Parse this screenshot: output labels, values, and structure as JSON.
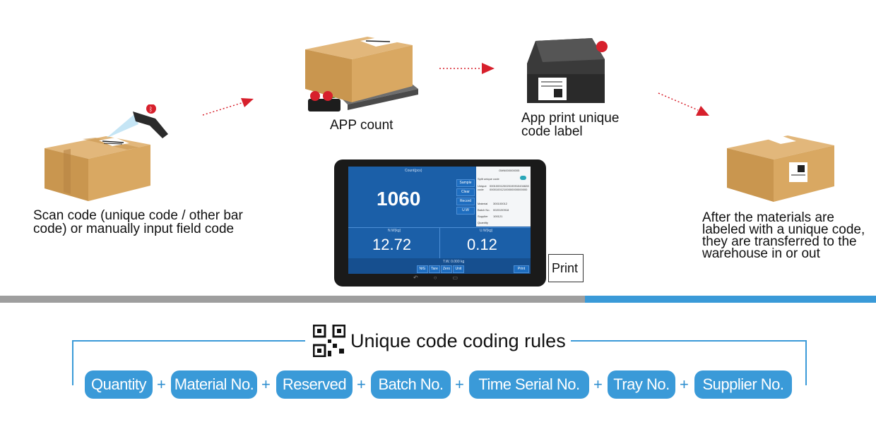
{
  "steps": {
    "scan": "Scan code (unique code / other bar code) or manually input field code",
    "app_count": "APP count",
    "print_label": "App print unique code label",
    "warehouse": "After the materials are labeled with a unique code, they are transferred to the warehouse in or out"
  },
  "tablet": {
    "count_header": "Count(pcs)",
    "count_value": "1060",
    "buttons": [
      "Sample",
      "Clear",
      "Record",
      "U.W"
    ],
    "nw_label": "N.W(kg)",
    "nw_value": "12.72",
    "uw_label": "U.W(kg)",
    "uw_value": "0.12",
    "tw_text": "T.W. 0.000 kg",
    "bottom_buttons": [
      "N/G",
      "Tare",
      "Zero",
      "Unit"
    ],
    "print_button": "Print",
    "panel": {
      "id": "OMN000000005",
      "split_label": "Split unique code",
      "unique_label": "Unique code",
      "unique_value": "0001000120020190910434628000010012100000000000000",
      "material_label": "Material",
      "material_value": "300100012",
      "batch_label": "Batch No.",
      "batch_value": "0020190918",
      "supplier_label": "Supplier",
      "supplier_value": "100121",
      "quantity_label": "Quantity"
    }
  },
  "print_callout": "Print",
  "coding_rules": {
    "title": "Unique code coding rules",
    "items": [
      "Quantity",
      "Material No.",
      "Reserved",
      "Batch No.",
      "Time Serial No.",
      "Tray No.",
      "Supplier No."
    ],
    "separator": "+"
  },
  "colors": {
    "accent": "#3a9ad8",
    "gray_bar": "#9e9e9e",
    "arrow": "#d7202c"
  }
}
